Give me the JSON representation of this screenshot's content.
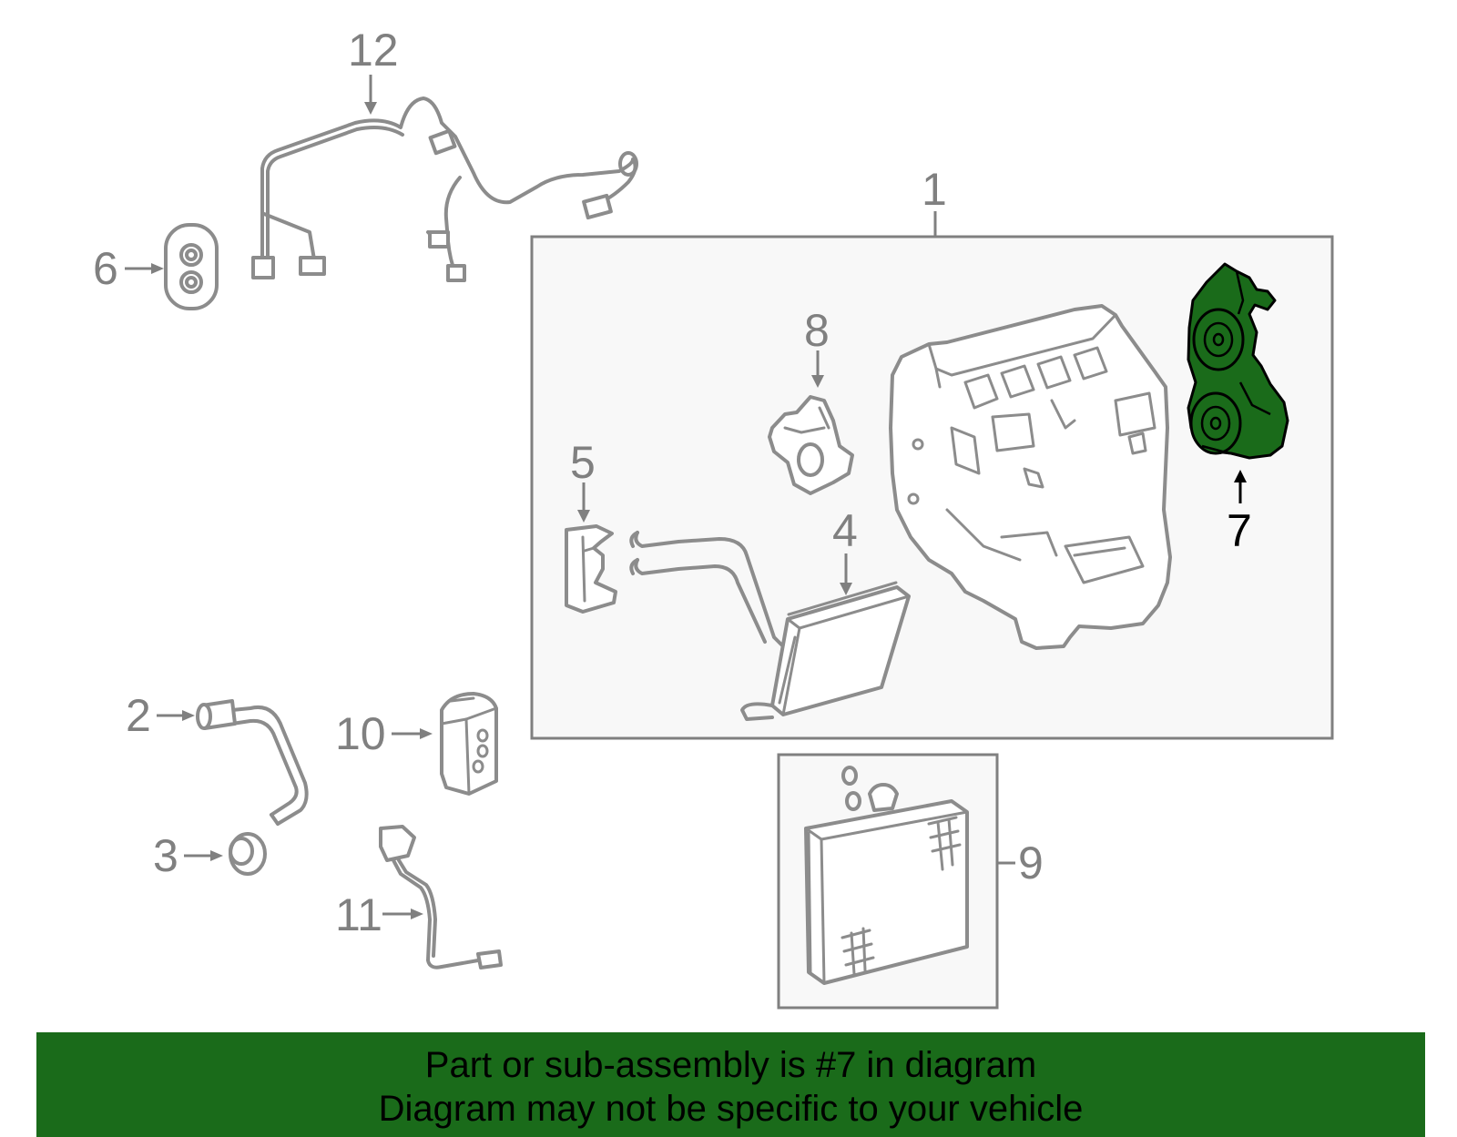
{
  "callouts": {
    "c1": "1",
    "c2": "2",
    "c3": "3",
    "c4": "4",
    "c5": "5",
    "c6": "6",
    "c7": "7",
    "c8": "8",
    "c9": "9",
    "c10": "10",
    "c11": "11",
    "c12": "12"
  },
  "highlighted_part": "7",
  "colors": {
    "highlight": "#1a6b1a",
    "banner": "#1a6b1a",
    "line_art": "#8c8c8c"
  },
  "banner": {
    "line1": "Part or sub-assembly is #7 in diagram",
    "line2": "Diagram may not be specific to your vehicle"
  }
}
